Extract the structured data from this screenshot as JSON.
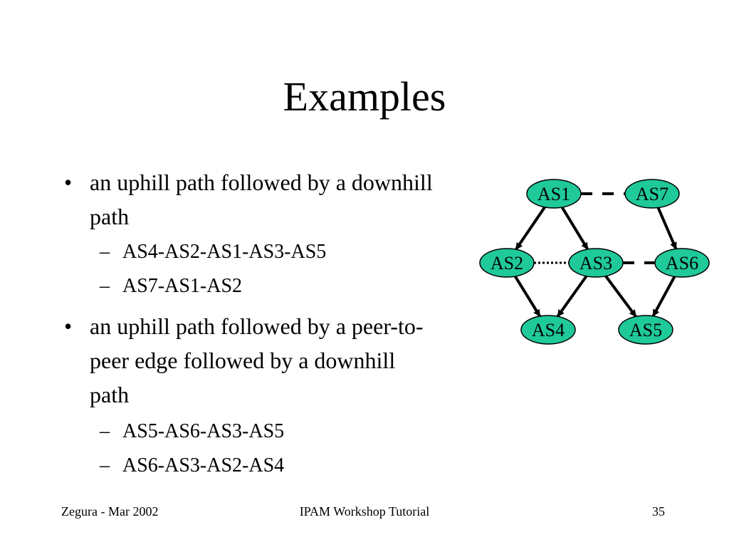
{
  "title": "Examples",
  "bullets": [
    {
      "marker": "•",
      "text": "an uphill path followed by a downhill path",
      "sub": [
        {
          "marker": "–",
          "text": "AS4-AS2-AS1-AS3-AS5"
        },
        {
          "marker": "–",
          "text": "AS7-AS1-AS2"
        }
      ]
    },
    {
      "marker": "•",
      "text": "an uphill path followed by a peer-to-peer edge followed by a downhill path",
      "sub": [
        {
          "marker": "–",
          "text": "AS5-AS6-AS3-AS5"
        },
        {
          "marker": "–",
          "text": "AS6-AS3-AS2-AS4"
        }
      ]
    }
  ],
  "diagram": {
    "node_color": "#1fc99a",
    "nodes": [
      {
        "id": "AS1",
        "label": "AS1"
      },
      {
        "id": "AS7",
        "label": "AS7"
      },
      {
        "id": "AS2",
        "label": "AS2"
      },
      {
        "id": "AS3",
        "label": "AS3"
      },
      {
        "id": "AS6",
        "label": "AS6"
      },
      {
        "id": "AS4",
        "label": "AS4"
      },
      {
        "id": "AS5",
        "label": "AS5"
      }
    ],
    "edges": [
      {
        "from": "AS1",
        "to": "AS2",
        "style": "arrow"
      },
      {
        "from": "AS1",
        "to": "AS3",
        "style": "arrow"
      },
      {
        "from": "AS7",
        "to": "AS6",
        "style": "arrow"
      },
      {
        "from": "AS2",
        "to": "AS4",
        "style": "arrow"
      },
      {
        "from": "AS3",
        "to": "AS4",
        "style": "arrow"
      },
      {
        "from": "AS3",
        "to": "AS5",
        "style": "arrow"
      },
      {
        "from": "AS6",
        "to": "AS5",
        "style": "arrow"
      },
      {
        "from": "AS1",
        "to": "AS7",
        "style": "dashed"
      },
      {
        "from": "AS3",
        "to": "AS6",
        "style": "dashed"
      },
      {
        "from": "AS2",
        "to": "AS3",
        "style": "dotted"
      }
    ]
  },
  "footer": {
    "left": "Zegura - Mar 2002",
    "center": "IPAM Workshop Tutorial",
    "page_number": "35"
  }
}
